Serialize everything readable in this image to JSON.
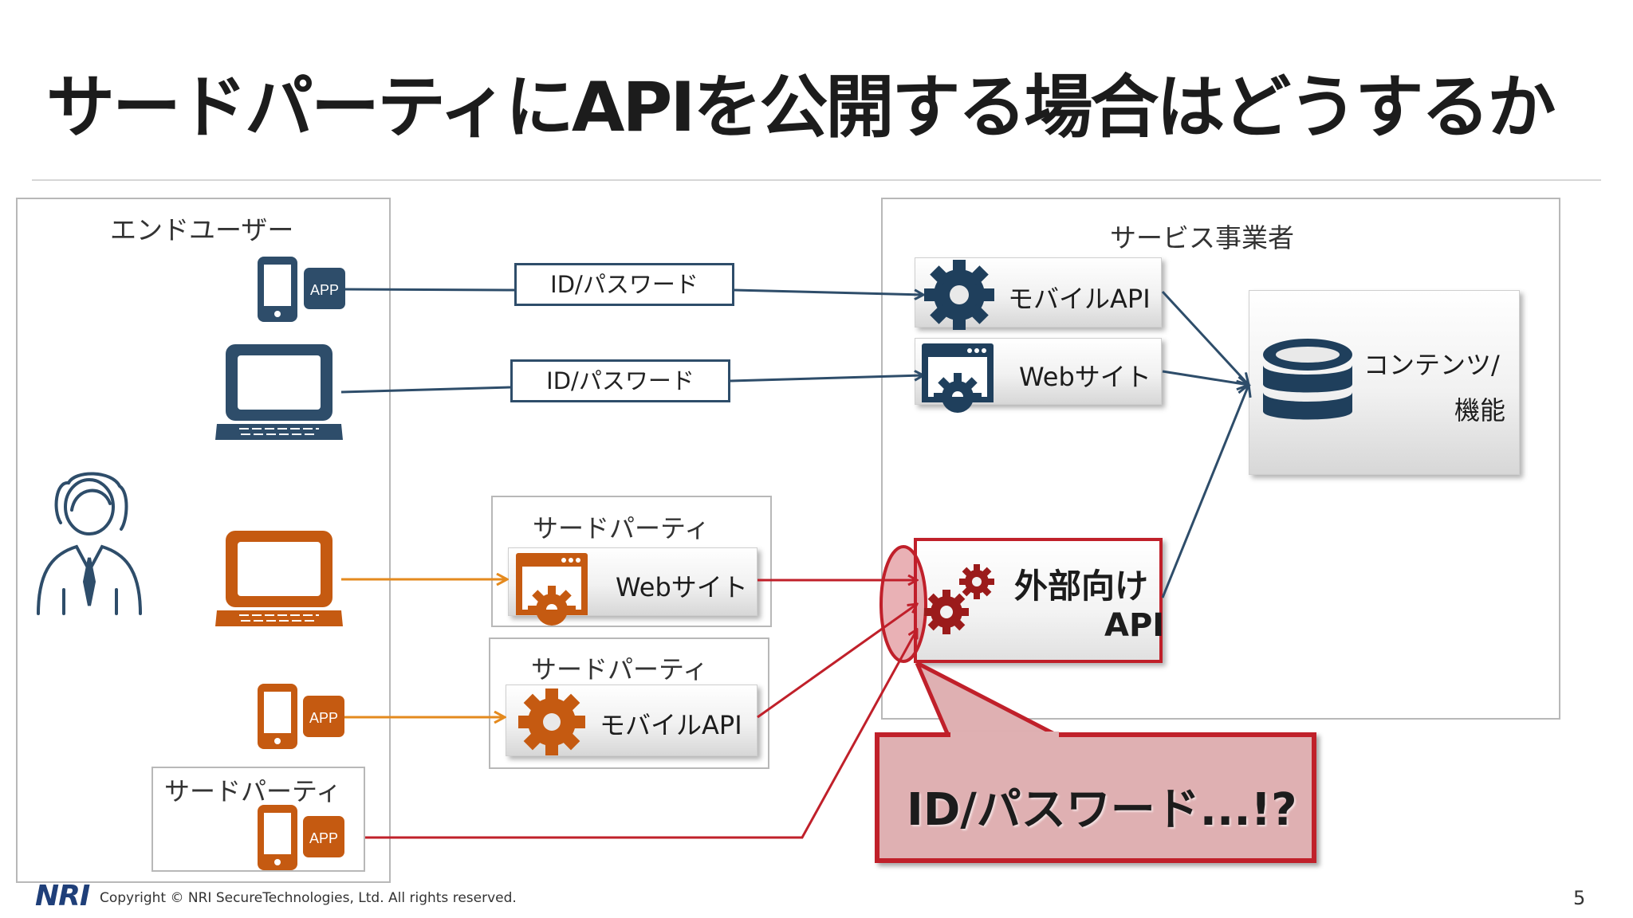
{
  "title": "サードパーティにAPIを公開する場合はどうするか",
  "end_user_panel": {
    "label": "エンドユーザー",
    "third_party_sub_label": "サードパーティ"
  },
  "service_panel": {
    "label": "サービス事業者",
    "mobile_api": "モバイルAPI",
    "website": "Webサイト",
    "contents": [
      "コンテンツ/",
      "機能"
    ],
    "external_api": [
      "外部向け",
      "API"
    ]
  },
  "flows": {
    "credential_label_1": "ID/パスワード",
    "credential_label_2": "ID/パスワード"
  },
  "third_party_web": {
    "label": "サードパーティ",
    "service": "Webサイト"
  },
  "third_party_mobile": {
    "label": "サードパーティ",
    "service": "モバイルAPI"
  },
  "app_badge": "APP",
  "callout": "ID/パスワード...!?",
  "footer": {
    "logo": "NRI",
    "copyright": "Copyright © NRI SecureTechnologies, Ltd. All rights reserved.",
    "page": "5"
  },
  "colors": {
    "navy": "#2e4d6a",
    "orange": "#c55a11",
    "orange_arrow": "#e48a1e",
    "red": "#c0202a",
    "callout_fill": "#dfb0b2",
    "api_gear": "#9b1b1b"
  },
  "icons": [
    "smartphone-icon",
    "laptop-icon",
    "person-icon",
    "gear-icon",
    "browser-gear-icon",
    "database-icon",
    "gears-icon"
  ]
}
